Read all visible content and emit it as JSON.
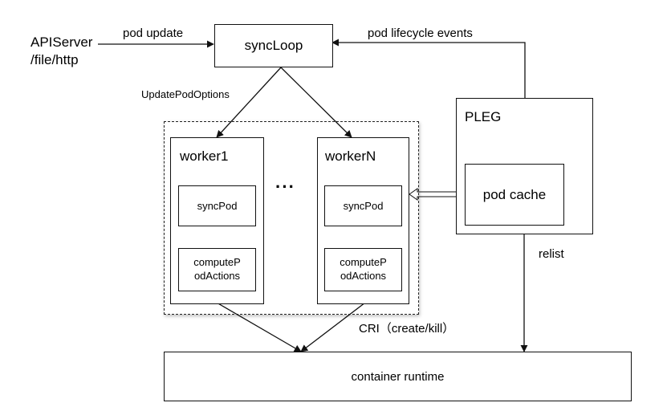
{
  "inputs": {
    "source_line1": "APIServer",
    "source_line2": "/file/http",
    "pod_update": "pod update"
  },
  "sync_loop": "syncLoop",
  "lifecycle_events": "pod lifecycle events",
  "update_pod_options": "UpdatePodOptions",
  "worker1": {
    "title": "worker1",
    "sync_pod": "syncPod",
    "compute_line1": "computeP",
    "compute_line2": "odActions"
  },
  "workerN": {
    "title": "workerN",
    "sync_pod": "syncPod",
    "compute_line1": "computeP",
    "compute_line2": "odActions"
  },
  "ellipsis": "···",
  "pleg": {
    "title": "PLEG",
    "pod_cache": "pod cache"
  },
  "relist": "relist",
  "cri": "CRI（create/kill）",
  "container_runtime": "container runtime"
}
